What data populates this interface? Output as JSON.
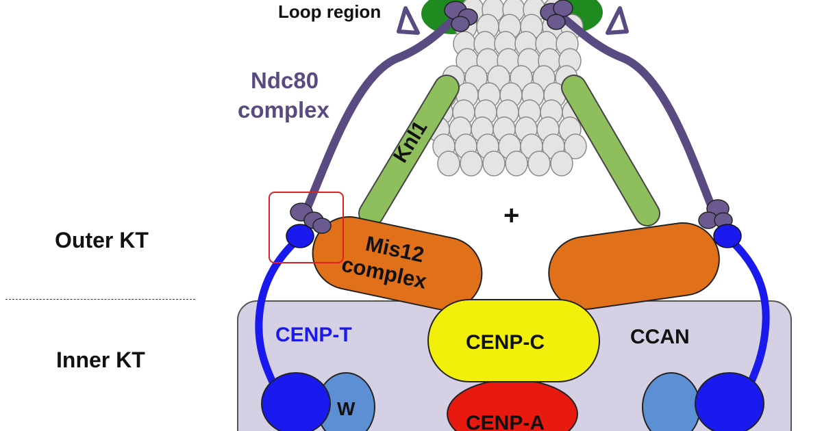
{
  "labels": {
    "loop_region": "Loop region",
    "ndc80_line1": "Ndc80",
    "ndc80_line2": "complex",
    "knl1": "Knl1",
    "plus": "+",
    "mis12_line1": "Mis12",
    "mis12_line2": "complex",
    "outer_kt": "Outer KT",
    "inner_kt": "Inner KT",
    "cenp_t": "CENP-T",
    "cenp_c": "CENP-C",
    "ccan": "CCAN",
    "w": "W",
    "cenp_a": "CENP-A"
  },
  "colors": {
    "ndc80": "#5a4a82",
    "ndc80_head": "#6b5a8f",
    "knl1": "#8fbf5c",
    "mis12": "#e07019",
    "cenp_t": "#1a1aee",
    "cenp_c": "#f2ef0a",
    "ccan_box": "#d6d0e4",
    "cenp_a": "#e8190f",
    "w": "#5d8fd4",
    "microtubule": "#e4e4e4",
    "loop_green": "#1f8a1f",
    "highlight_box": "#e02020"
  }
}
